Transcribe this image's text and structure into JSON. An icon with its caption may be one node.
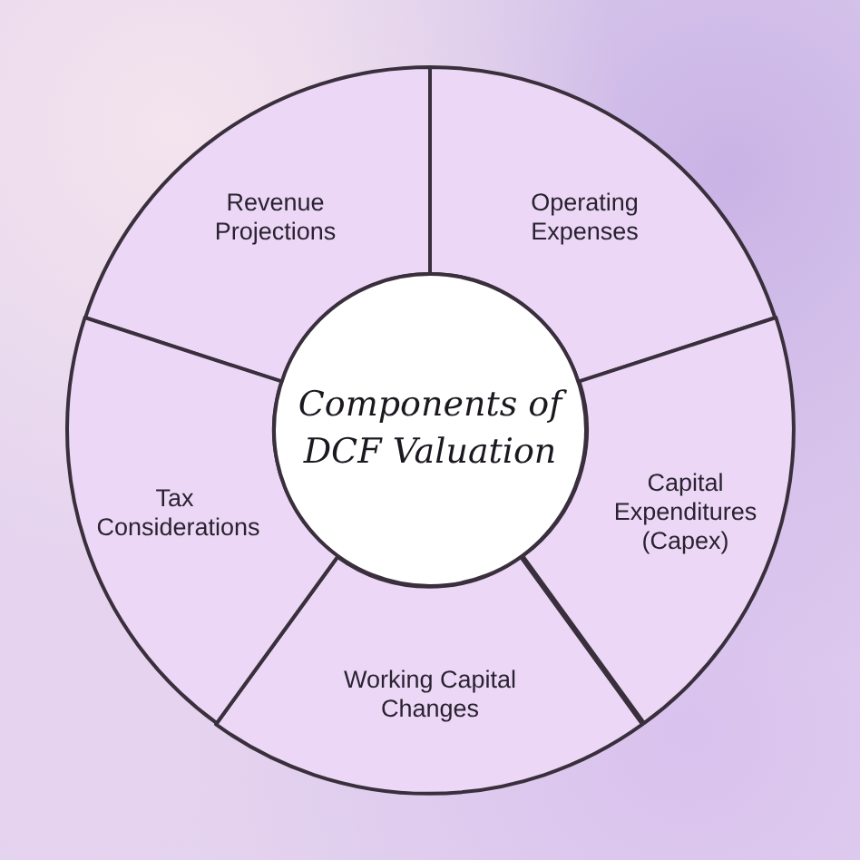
{
  "diagram": {
    "nodes": [
      {
        "text": [
          "Components of DCF Valuation"
        ]
      },
      {
        "text": [
          "Revenue Projections"
        ]
      },
      {
        "text": [
          "Operating Expenses"
        ]
      },
      {
        "text": [
          "Capital Expenditures (Capex)"
        ]
      },
      {
        "text": [
          "Working Capital Changes"
        ]
      },
      {
        "text": [
          "Tax Considerations"
        ]
      }
    ]
  }
}
